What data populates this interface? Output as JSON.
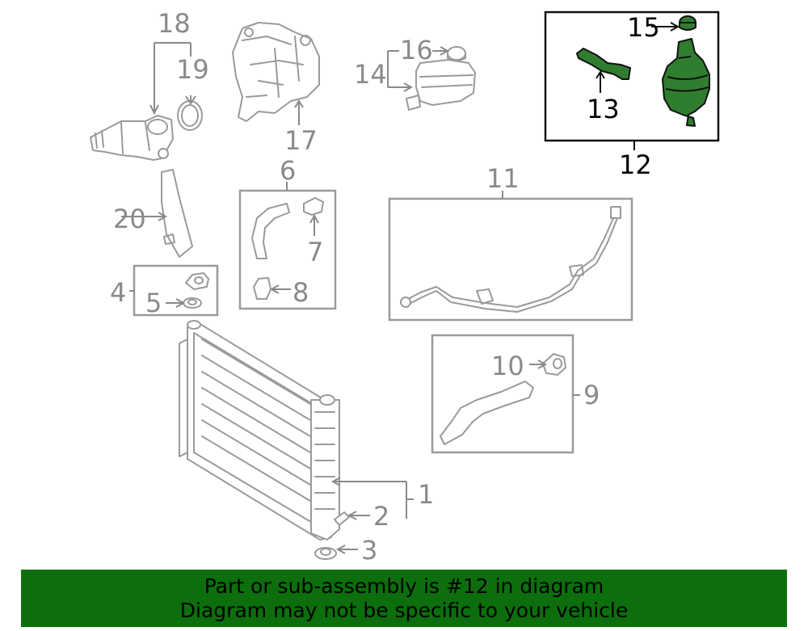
{
  "callouts": {
    "n1": "1",
    "n2": "2",
    "n3": "3",
    "n4": "4",
    "n5": "5",
    "n6": "6",
    "n7": "7",
    "n8": "8",
    "n9": "9",
    "n10": "10",
    "n11": "11",
    "n12": "12",
    "n13": "13",
    "n14": "14",
    "n15": "15",
    "n16": "16",
    "n17": "17",
    "n18": "18",
    "n19": "19",
    "n20": "20"
  },
  "highlight": {
    "assembly": "12",
    "color": "#2f7d2f"
  },
  "banner": {
    "line1": "Part or sub-assembly is #12 in diagram",
    "line2": "Diagram may not be specific to your vehicle",
    "background": "#0c6e0c"
  }
}
